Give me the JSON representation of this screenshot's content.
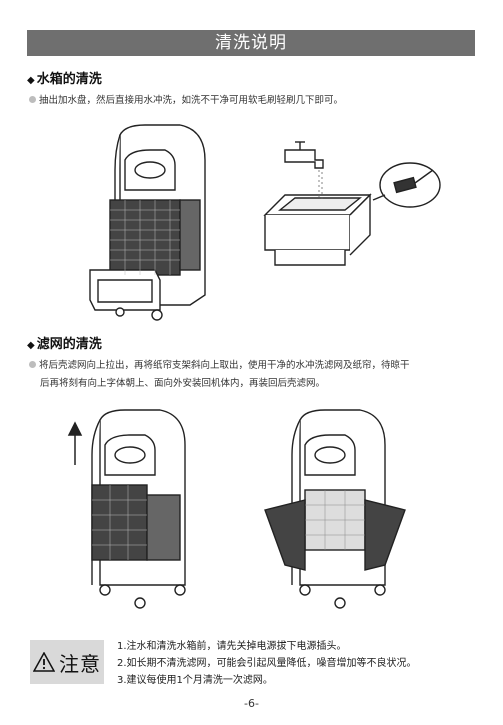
{
  "title": "清洗说明",
  "sections": [
    {
      "heading": "水箱的清洗",
      "text_lines": [
        "抽出加水盘，然后直接用水冲洗，如洗不干净可用软毛刷轻刷几下即可。"
      ]
    },
    {
      "heading": "滤网的清洗",
      "text_lines": [
        "将后壳滤网向上拉出，再将纸帘支架斜向上取出，使用干净的水冲洗滤网及纸帘，待晾干",
        "后再将刻有向上字体朝上、面向外安装回机体内，再装回后壳滤网。"
      ]
    }
  ],
  "caution": {
    "label": "注意",
    "notes": [
      "1.注水和清洗水箱前，请先关掉电源拔下电源插头。",
      "2.如长期不清洗滤网，可能会引起风量降低，噪音增加等不良状况。",
      "3.建议每使用1个月清洗一次滤网。"
    ]
  },
  "page_number": "-6-"
}
